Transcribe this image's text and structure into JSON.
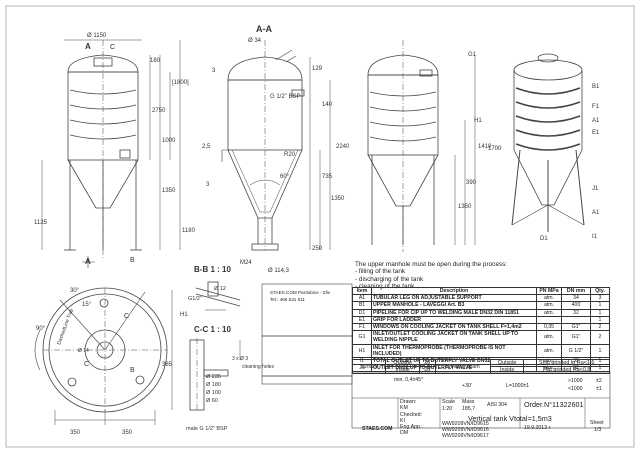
{
  "dims": {
    "d1150": "Ø 1150",
    "a_label": "A",
    "c_label": "C",
    "b_label": "B",
    "h180": "180",
    "h1800": "[1800]",
    "h2750": "2750",
    "h1000": "1000",
    "h1350": "1350",
    "h1125": "1125",
    "h1180": "1180",
    "aa_title": "A-A",
    "d34": "Ø 34",
    "h129": "129",
    "g_half": "G 1/2\" BSP",
    "h140": "140",
    "h2240": "2240",
    "r20": "R20",
    "c2_5": "2,5",
    "c3": "3",
    "ang60": "60°",
    "h735": "735",
    "h250": "250",
    "m24": "M24",
    "d114": "Ø 114,3",
    "g1": "G1",
    "h1": "H1",
    "h390": "390",
    "h1410": "1410",
    "h1350b": "1350",
    "h1700": "1700",
    "b1": "B1",
    "f1": "F1",
    "a1": "A1",
    "e1": "E1",
    "j1": "J1",
    "a1b": "A1",
    "d1": "D1",
    "i1": "I1",
    "bb_title": "B-B  1 : 10",
    "cc_title": "C-C  1 : 10",
    "g12": "G1/2\"",
    "d12": "Ø 12",
    "h1b": "H1",
    "ang30": "30°",
    "ang15": "15°",
    "ang90": "90°",
    "h385": "385",
    "w350": "350",
    "w350b": "350",
    "d60": "Ø 60",
    "d100": "Ø 100",
    "d180": "Ø 180",
    "d235": "Ø 235",
    "male_g": "male G 1/2\" BSP",
    "three_x": "3 x Ø 3",
    "cleaning": "cleaning holes",
    "dashed_kt": "DashedLine Trap",
    "dia_b": "Ø 34",
    "d14": "Ø 14"
  },
  "note": {
    "line1": "The upper manhole must be open during the process:",
    "line2": "- filling of the tank",
    "line3": "- discharging of the tank",
    "line4": "- cleaning of the tank"
  },
  "parts": {
    "headers": [
      "Item",
      "Description",
      "PN MPa",
      "DN mm",
      "Qty."
    ],
    "rows": [
      {
        "item": "A1",
        "desc": "TUBULAR LEG ON ADJUSTABLE SUPPORT",
        "pn": "atm.",
        "dn": "34",
        "qty": "3"
      },
      {
        "item": "B1",
        "desc": "UPPER MANHOLE - LAVEGGI Art. B3",
        "pn": "atm.",
        "dn": "400",
        "qty": "1"
      },
      {
        "item": "D1",
        "desc": "PIPELINE FOR CIP UP TO WELDING MALE DN32 DIN 11851",
        "pn": "atm.",
        "dn": "32",
        "qty": "1"
      },
      {
        "item": "E1",
        "desc": "GRIP FOR LADDER",
        "pn": "",
        "dn": "",
        "qty": "1"
      },
      {
        "item": "F1",
        "desc": "WINDOWS ON COOLING JACKET ON TANK SHELL F=1,4m2",
        "pn": "0,35",
        "dn": "G1\"",
        "qty": "2"
      },
      {
        "item": "G1",
        "desc": "INLET/OUTLET COOLING JACKET ON TANK SHELL UP TO WELDING NIPPLE",
        "pn": "atm.",
        "dn": "G1\"",
        "qty": "2"
      },
      {
        "item": "H1",
        "desc": "INLET FOR THERMOPROBE (THERMOPROBE IS NOT INCLUDED)",
        "pn": "atm.",
        "dn": "G 1/2\"",
        "qty": "1"
      },
      {
        "item": "I1",
        "desc": "TOTAL OUTLET UP TO BUTERFLY VALVE DN32",
        "pn": "atm.",
        "dn": "32",
        "qty": "1"
      },
      {
        "item": "J1",
        "desc": "OUTLET DN32 UP TO BUTERFLY VALVE",
        "pn": "atm.",
        "dn": "32",
        "qty": "1"
      }
    ]
  },
  "surface": {
    "label": "Surface",
    "outside": "Outside",
    "inside": "Inside",
    "welding_seam": "Welding seam",
    "outside2": "Outside",
    "inside2": "Inside",
    "v28": "28",
    "v28b": "28",
    "v_dash": "-",
    "grinded": "Ship grinded to Ra<1,6",
    "flat": "Flat grinded Ra<0,8",
    "min": "min. 0,4±45°",
    "angle": "+30'",
    "tol": "L=1000±1",
    "t1": ">1000",
    "t2": "<1000",
    "t3": "±2",
    "t4": "±1"
  },
  "title_block": {
    "drawn_lbl": "Drawn:",
    "drawn": "KM",
    "checked_lbl": "Checked:",
    "checked": "KI",
    "eng_lbl": "Eng.App.:",
    "eng": "DM",
    "scale_lbl": "Scale",
    "scale": "1:20",
    "mass_lbl": "Mass",
    "mass": "185,7",
    "material": "AISI 304",
    "order": "Order.N°11322601",
    "title": "Vertical tank Vtotal=1,5m3",
    "code1": "WW9209VN/ID9615",
    "code2": "WW9209VN/ID9616",
    "code3": "WW9209VN/ID9617",
    "date": "19.9.2013 г.",
    "sheet_lbl": "Sheet",
    "sheet": "1/3",
    "company": "STAES.COM",
    "stamp1": "STAES.COM Pardubice - Zliv",
    "stamp2": "Tel.: 466 531 511"
  }
}
